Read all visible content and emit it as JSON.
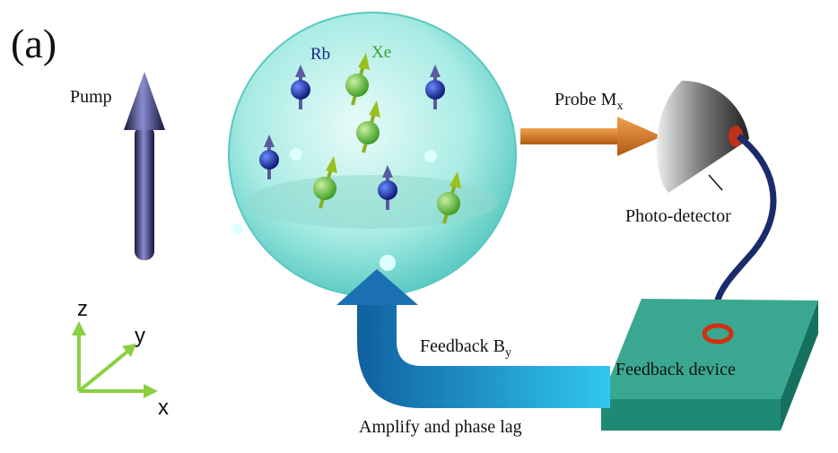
{
  "panel_label": "(a)",
  "labels": {
    "pump": "Pump",
    "rb": "Rb",
    "xe": "Xe",
    "probe": "Probe M",
    "probe_sub": "x",
    "photodetector": "Photo-detector",
    "feedback": "Feedback B",
    "feedback_sub": "y",
    "feedback_device": "Feedback device",
    "amplify": "Amplify and phase lag"
  },
  "axes": {
    "z": "z",
    "y": "y",
    "x": "x"
  },
  "colors": {
    "rb_atom": "#1a2a9a",
    "xe_atom": "#5cc040",
    "probe_arrow": "#e07a20",
    "feedback_arrow": "#1a8fd0",
    "cell": "#9fe8e0",
    "device": "#3aa890",
    "ring": "#d03010"
  }
}
